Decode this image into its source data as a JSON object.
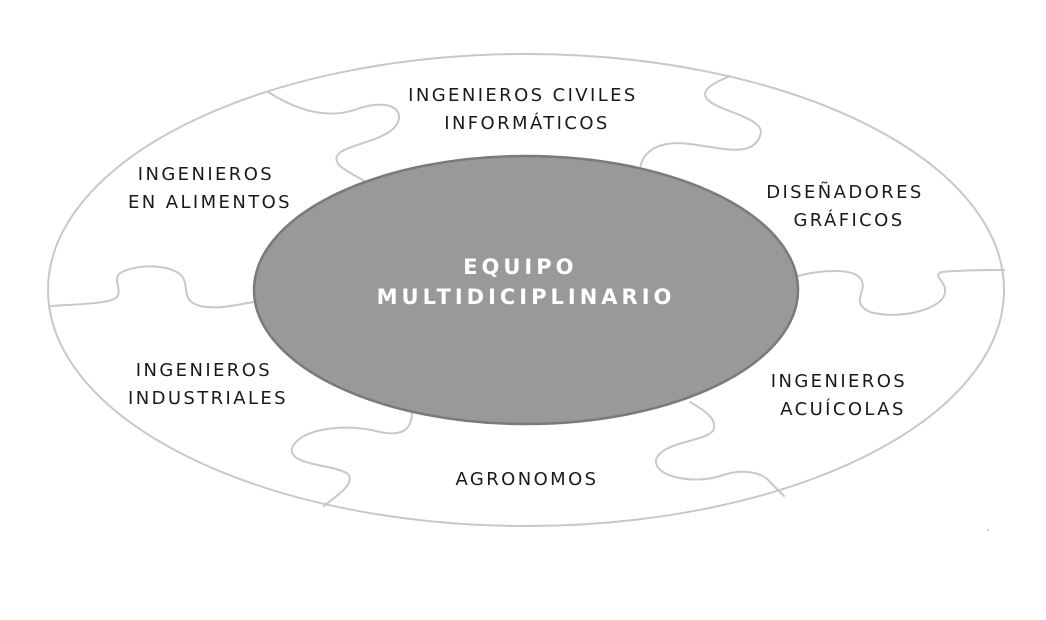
{
  "diagram": {
    "center": {
      "lines": [
        "EQUIPO",
        "MULTIDICIPLINARIO"
      ]
    },
    "segments": {
      "top": {
        "lines": [
          "INGENIEROS CIVILES",
          "INFORMÁTICOS"
        ]
      },
      "upper_right": {
        "lines": [
          "DISEÑADORES",
          "GRÁFICOS"
        ]
      },
      "lower_right": {
        "lines": [
          "INGENIEROS",
          "ACUÍCOLAS"
        ]
      },
      "bottom": {
        "lines": [
          "AGRONOMOS"
        ]
      },
      "lower_left": {
        "lines": [
          "INGENIEROS",
          "INDUSTRIALES"
        ]
      },
      "upper_left": {
        "lines": [
          "INGENIEROS",
          "EN ALIMENTOS"
        ]
      }
    },
    "colors": {
      "outer_stroke": "#c8c8c8",
      "center_fill": "#999999",
      "center_stroke": "#7a7a7a",
      "center_text": "#ffffff",
      "label_text": "#1a1a1a"
    }
  }
}
